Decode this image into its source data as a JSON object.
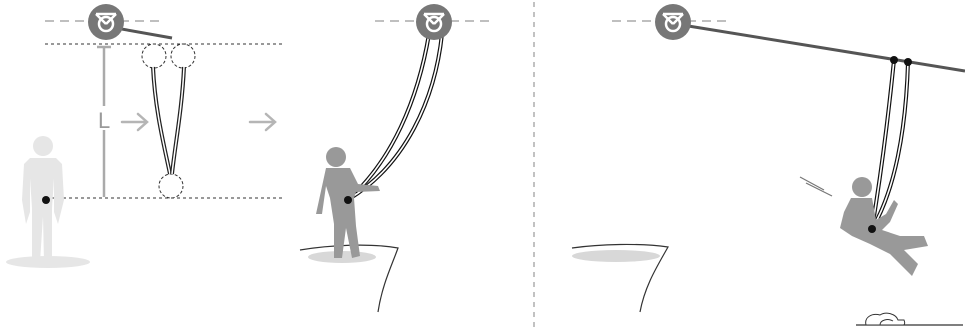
{
  "diagram": {
    "length_label": "L",
    "colors": {
      "background": "#ffffff",
      "pulley_fill": "#777777",
      "pulley_symbol": "#ffffff",
      "rope": "#111111",
      "zipline_cable": "#555555",
      "faded_figure": "#e6e6e6",
      "figure": "#999999",
      "guide_lines": "#999999",
      "arrow": "#b5b5b5",
      "anchor_point": "#111111",
      "divider": "#9a9a9a",
      "cliff_shadow": "#d8d8d8"
    },
    "panels": [
      {
        "name": "measure-rope-length-panel",
        "icons": [
          "pulley-icon",
          "person-silhouette",
          "rope-loop",
          "arrow-right-icon"
        ]
      },
      {
        "name": "attach-and-jump-panel",
        "icons": [
          "pulley-icon",
          "person-figure",
          "rope",
          "cliff"
        ]
      },
      {
        "name": "zipline-ride-panel",
        "icons": [
          "pulley-icon",
          "zipline-cable",
          "person-figure",
          "rope",
          "cliff",
          "rocks",
          "motion-lines"
        ]
      }
    ]
  }
}
